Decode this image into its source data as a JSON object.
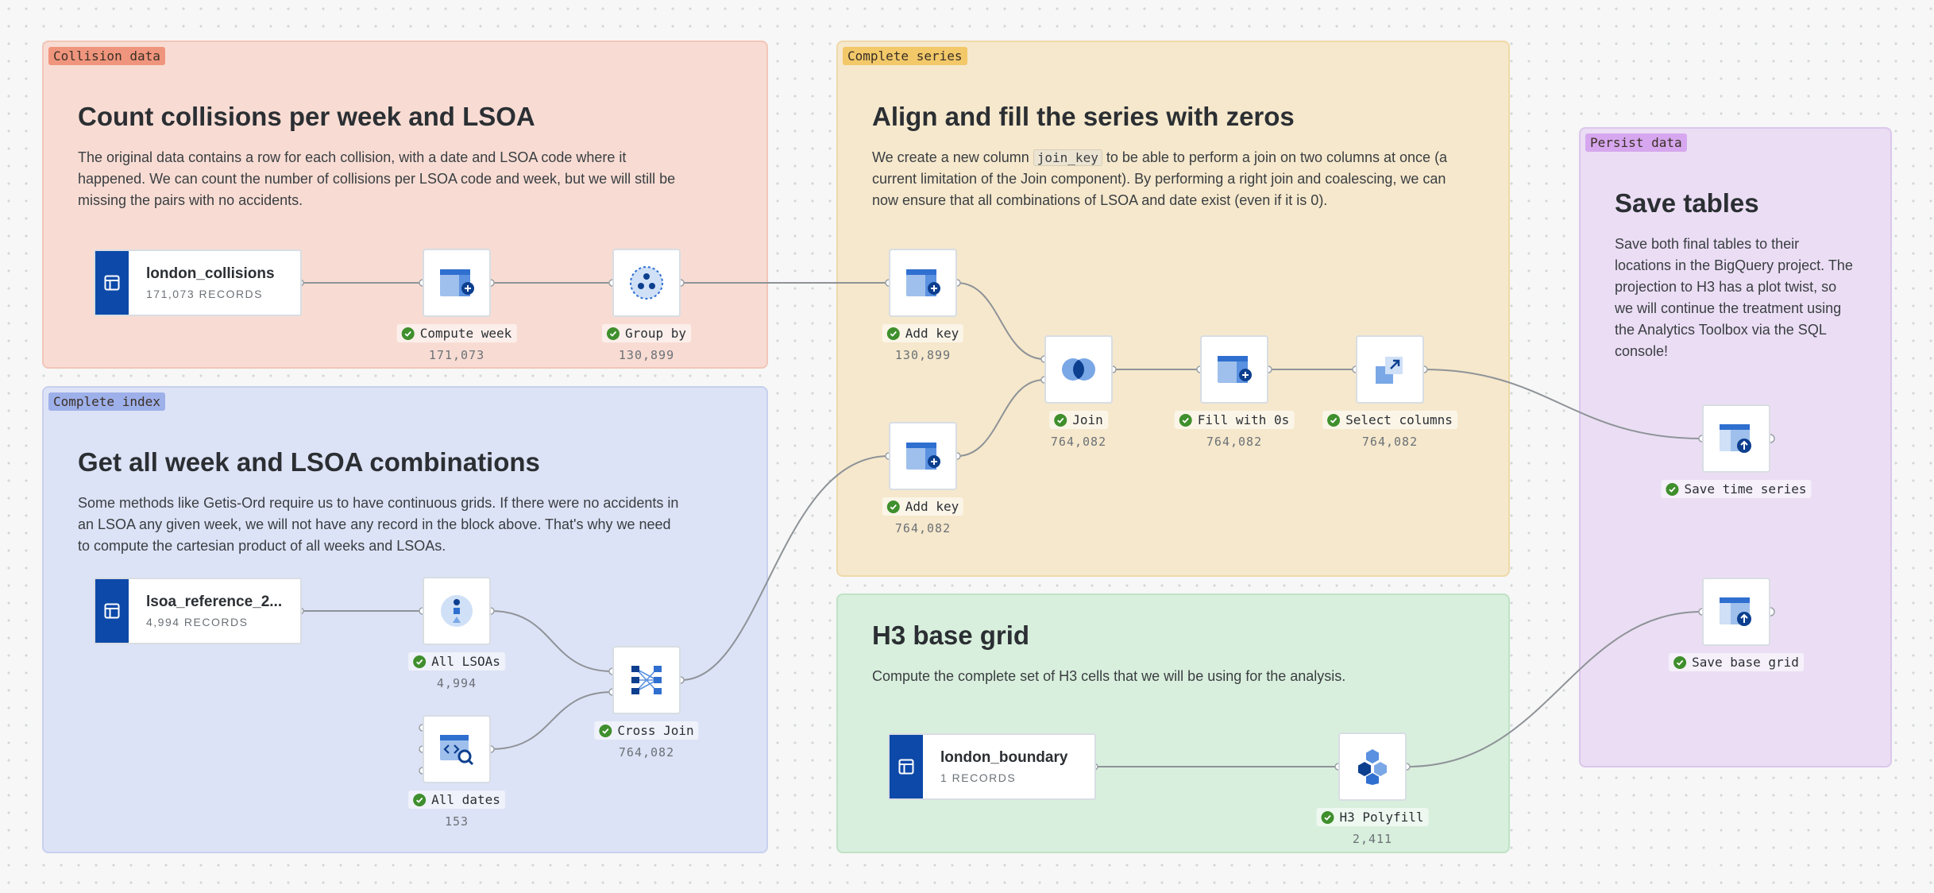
{
  "groups": {
    "collision": {
      "tag": "Collision data",
      "title": "Count collisions per week and LSOA",
      "description": "The original data contains a row for each collision, with a date and LSOA code where it happened. We can count the number of collisions per LSOA code and week, but we will still be missing the pairs with no accidents."
    },
    "index": {
      "tag": "Complete index",
      "title": "Get all week and LSOA combinations",
      "description": "Some methods like Getis-Ord require us to have continuous grids. If there were no accidents in an LSOA any given week, we will not have any record in the block above. That's why we need to compute the cartesian product of all weeks and LSOAs."
    },
    "series": {
      "tag": "Complete series",
      "title": "Align and fill the series with zeros",
      "description_before": "We create a new column ",
      "description_code": "join_key",
      "description_after": " to be able to perform a join on two columns at once (a current limitation of the Join component). By performing a right join and coalescing, we can now ensure that all combinations of LSOA and date exist (even if it is 0)."
    },
    "h3": {
      "title": "H3 base grid",
      "description": "Compute the complete set of H3 cells that we will be using for the analysis."
    },
    "persist": {
      "tag": "Persist data",
      "title": "Save tables",
      "description": "Save both final tables to their locations in the BigQuery project. The projection to H3 has a plot twist, so we will continue the treatment using the Analytics Toolbox via the SQL console!"
    }
  },
  "sources": {
    "london_collisions": {
      "name": "london_collisions",
      "count": "171,073 RECORDS",
      "icon": "table-icon"
    },
    "lsoa_reference": {
      "name": "lsoa_reference_2...",
      "count": "4,994 RECORDS",
      "icon": "table-icon"
    },
    "london_boundary": {
      "name": "london_boundary",
      "count": "1 RECORDS",
      "icon": "table-icon"
    }
  },
  "nodes": {
    "compute_week": {
      "label": "Compute week",
      "count": "171,073",
      "icon": "add-column-icon"
    },
    "group_by": {
      "label": "Group by",
      "count": "130,899",
      "icon": "group-by-icon"
    },
    "all_lsoas": {
      "label": "All LSOAs",
      "count": "4,994",
      "icon": "distinct-icon"
    },
    "all_dates": {
      "label": "All dates",
      "count": "153",
      "icon": "custom-sql-icon"
    },
    "cross_join": {
      "label": "Cross Join",
      "count": "764,082",
      "icon": "cross-join-icon"
    },
    "add_key_1": {
      "label": "Add key",
      "count": "130,899",
      "icon": "add-column-icon"
    },
    "add_key_2": {
      "label": "Add key",
      "count": "764,082",
      "icon": "add-column-icon"
    },
    "join": {
      "label": "Join",
      "count": "764,082",
      "icon": "join-icon"
    },
    "fill_zeros": {
      "label": "Fill with 0s",
      "count": "764,082",
      "icon": "add-column-icon"
    },
    "select_columns": {
      "label": "Select columns",
      "count": "764,082",
      "icon": "select-columns-icon"
    },
    "h3_polyfill": {
      "label": "H3 Polyfill",
      "count": "2,411",
      "icon": "h3-hexagon-icon"
    },
    "save_time_series": {
      "label": "Save time series",
      "icon": "save-table-icon"
    },
    "save_base_grid": {
      "label": "Save base grid",
      "icon": "save-table-icon"
    }
  },
  "colors": {
    "collision_bg": "#f8dcd3",
    "index_bg": "#dde3f6",
    "series_bg": "#f6e8cc",
    "h3_bg": "#d9efdd",
    "persist_bg": "#ebdef4",
    "brand_blue": "#0d49a8",
    "success_green": "#3f8f2d"
  }
}
